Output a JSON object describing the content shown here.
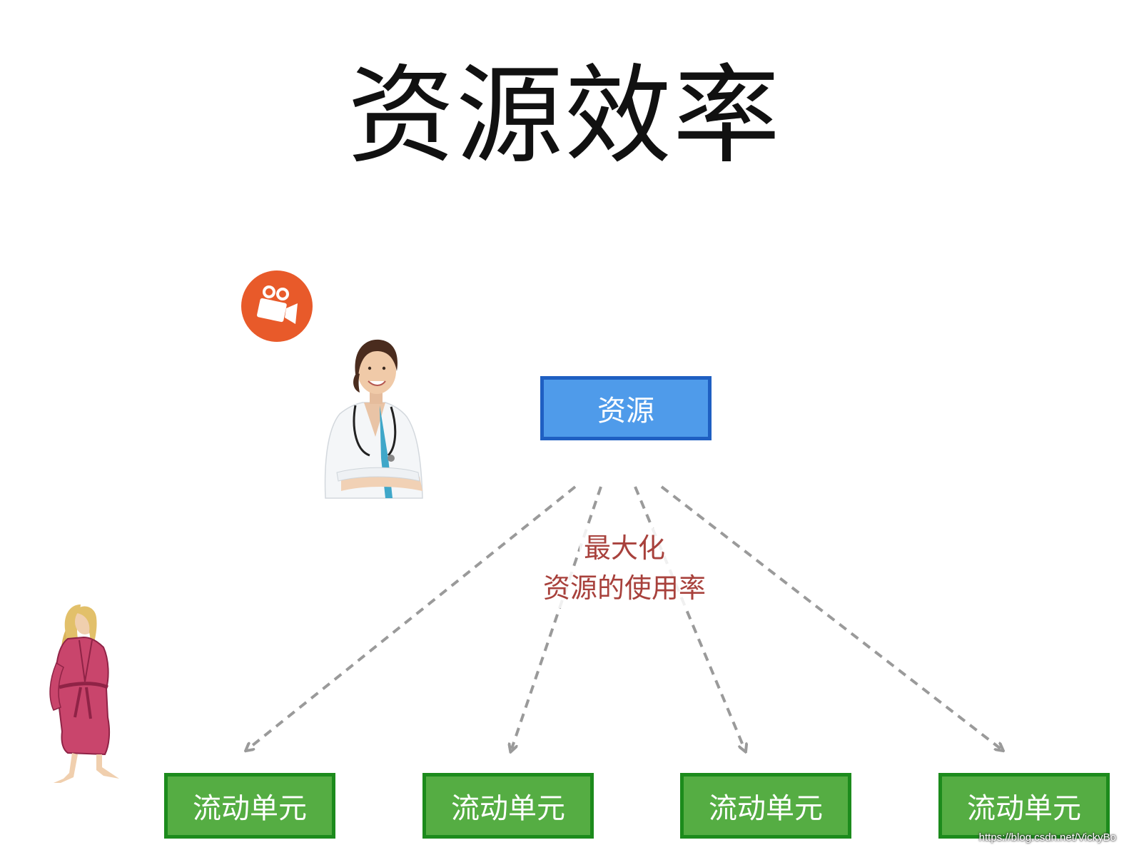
{
  "title": "资源效率",
  "resource_box": {
    "label": "资源",
    "color": "#4f9bea"
  },
  "annotation": {
    "line1": "最大化",
    "line2": "资源的使用率",
    "color": "#a8413c"
  },
  "flow_units": [
    {
      "label": "流动单元"
    },
    {
      "label": "流动单元"
    },
    {
      "label": "流动单元"
    },
    {
      "label": "流动单元"
    }
  ],
  "icons": {
    "badge": "video-camera-icon",
    "doctor": "doctor-illustration",
    "patient": "patient-illustration"
  },
  "colors": {
    "unit_box": "#55ad43",
    "badge": "#e85a2a",
    "arrow": "#9a9a9a"
  },
  "watermark": "https://blog.csdn.net/VickyBo"
}
